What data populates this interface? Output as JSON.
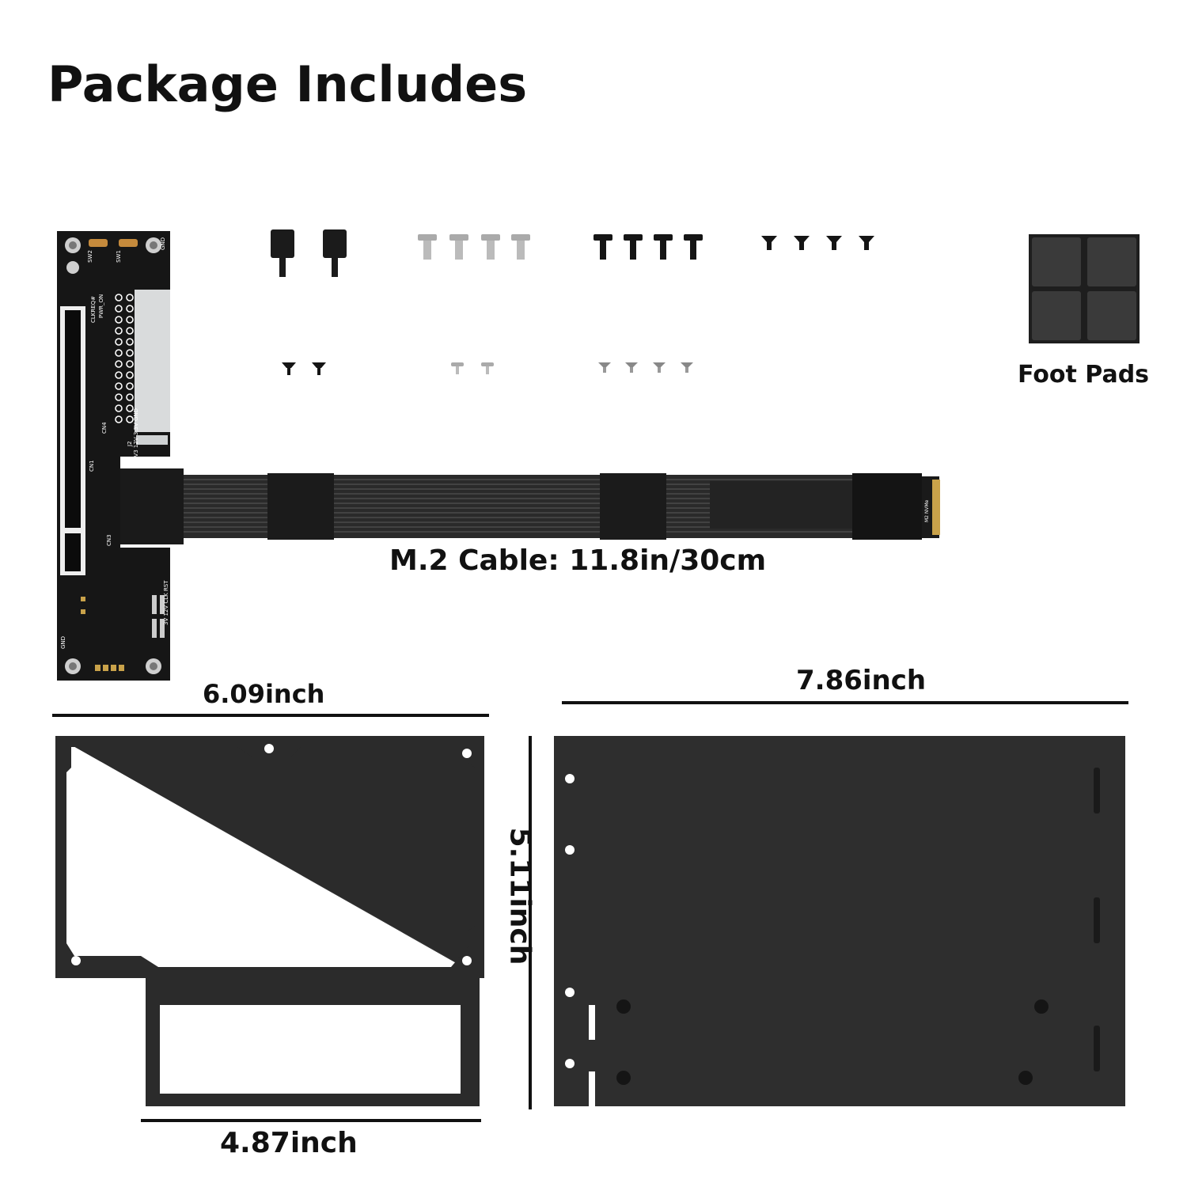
{
  "page": {
    "title": "Package Includes"
  },
  "labels": {
    "foot_pads": "Foot Pads",
    "cable": "M.2 Cable: 11.8in/30cm",
    "frame_width": "6.09inch",
    "frame_bottom_width": "4.87inch",
    "plate_width": "7.86inch",
    "plate_height": "5.11inch"
  },
  "board_markings": {
    "cn1": "CN1",
    "cn3": "CN3",
    "cn4": "CN4",
    "sw1": "SW1",
    "sw2": "SW2",
    "gnd": "GND",
    "pwr_on": "PWR_ON",
    "clkreq": "CLKREQ#",
    "j2": "J2",
    "rails": "3V3 12V 3.3V GND",
    "leds": "3V 12V CLK RST",
    "m2": "M2 NVMe"
  },
  "colors": {
    "board": "#161616",
    "cable": "#2a2a2a",
    "frame": "#2b2b2b",
    "plate": "#2e2e2e",
    "gold": "#c9a24a",
    "connector": "#d9dbdc"
  },
  "icons": [
    "thumbscrew-icon",
    "screw-icon",
    "foot-pad-icon",
    "pcie-board-icon",
    "m2-cable-icon",
    "bracket-frame-icon",
    "base-plate-icon"
  ]
}
